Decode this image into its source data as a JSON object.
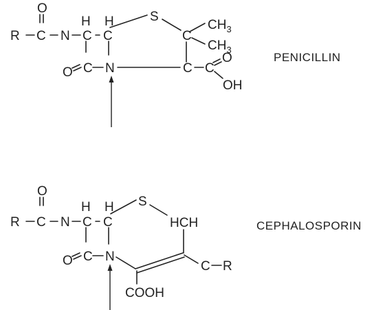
{
  "penicillin": {
    "name": "PENICILLIN",
    "atoms": {
      "o_top": "O",
      "r": "R",
      "c_acyl": "C",
      "n_amide": "N",
      "h1": "H",
      "h2": "H",
      "c1": "C",
      "c2": "C",
      "s": "S",
      "c_gem": "C",
      "ch3_a": "CH",
      "ch3_a_sub": "3",
      "ch3_b": "CH",
      "ch3_b_sub": "3",
      "o_lactam": "O",
      "c_lactam": "C",
      "n_ring": "N",
      "c_carb": "C",
      "c_acid": "C",
      "o_acid": "O",
      "oh": "OH"
    }
  },
  "cephalosporin": {
    "name": "CEPHALOSPORIN",
    "atoms": {
      "o_top": "O",
      "r": "R",
      "c_acyl": "C",
      "n_amide": "N",
      "h1": "H",
      "h2": "H",
      "c1": "C",
      "c2": "C",
      "s": "S",
      "hch": "HCH",
      "o_lactam": "O",
      "c_lactam": "C",
      "n_ring": "N",
      "c_side": "C",
      "r_side": "R",
      "cooh": "COOH"
    }
  }
}
